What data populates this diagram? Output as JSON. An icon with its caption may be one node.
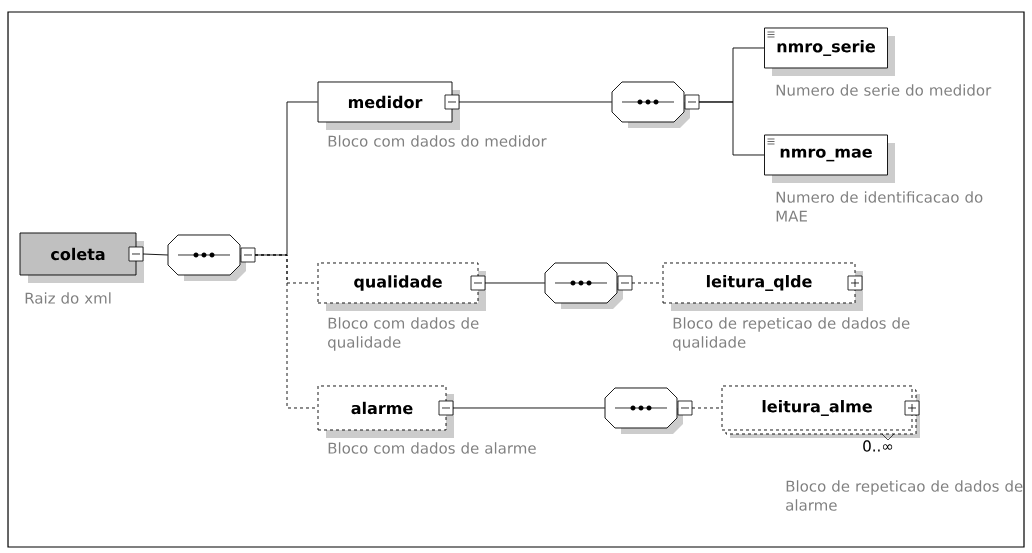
{
  "diagram": {
    "nodes": [
      {
        "text": [
          "coleta"
        ],
        "beside": [
          "Raiz do xml"
        ]
      },
      {
        "text": [],
        "shape": "octagon"
      },
      {
        "text": [
          "medidor"
        ],
        "beside": [
          "Bloco com dados do medidor"
        ]
      },
      {
        "text": [],
        "shape": "octagon"
      },
      {
        "text": [
          "nmro_serie"
        ],
        "beside": [
          "Numero de serie do medidor"
        ]
      },
      {
        "text": [
          "nmro_mae"
        ],
        "beside": [
          "Numero de identificacao do MAE"
        ]
      },
      {
        "text": [
          "qualidade"
        ],
        "beside": [
          "Bloco com dados de qualidade"
        ]
      },
      {
        "text": [],
        "shape": "octagon"
      },
      {
        "text": [
          "leitura_qlde"
        ],
        "beside": [
          "Bloco de repeticao de dados de qualidade"
        ]
      },
      {
        "text": [
          "alarme"
        ],
        "beside": [
          "Bloco com dados de alarme"
        ]
      },
      {
        "text": [],
        "shape": "octagon"
      },
      {
        "text": [
          "leitura_alme"
        ],
        "beside": [
          "0..∞",
          "Bloco de repeticao de dados de alarme"
        ]
      }
    ],
    "edges": [
      {
        "from": 0,
        "to": 1,
        "arrow": "none"
      },
      {
        "from": 1,
        "to": 2,
        "arrow": "none"
      },
      {
        "from": 1,
        "to": 6,
        "arrow": "none",
        "style": "dashed"
      },
      {
        "from": 1,
        "to": 9,
        "arrow": "none",
        "style": "dashed"
      },
      {
        "from": 2,
        "to": 3,
        "arrow": "none"
      },
      {
        "from": 3,
        "to": 4,
        "arrow": "none"
      },
      {
        "from": 3,
        "to": 5,
        "arrow": "none"
      },
      {
        "from": 6,
        "to": 7,
        "arrow": "none"
      },
      {
        "from": 7,
        "to": 8,
        "arrow": "none",
        "style": "dashed"
      },
      {
        "from": 9,
        "to": 10,
        "arrow": "none"
      },
      {
        "from": 10,
        "to": 11,
        "arrow": "none",
        "style": "dashed"
      }
    ]
  }
}
